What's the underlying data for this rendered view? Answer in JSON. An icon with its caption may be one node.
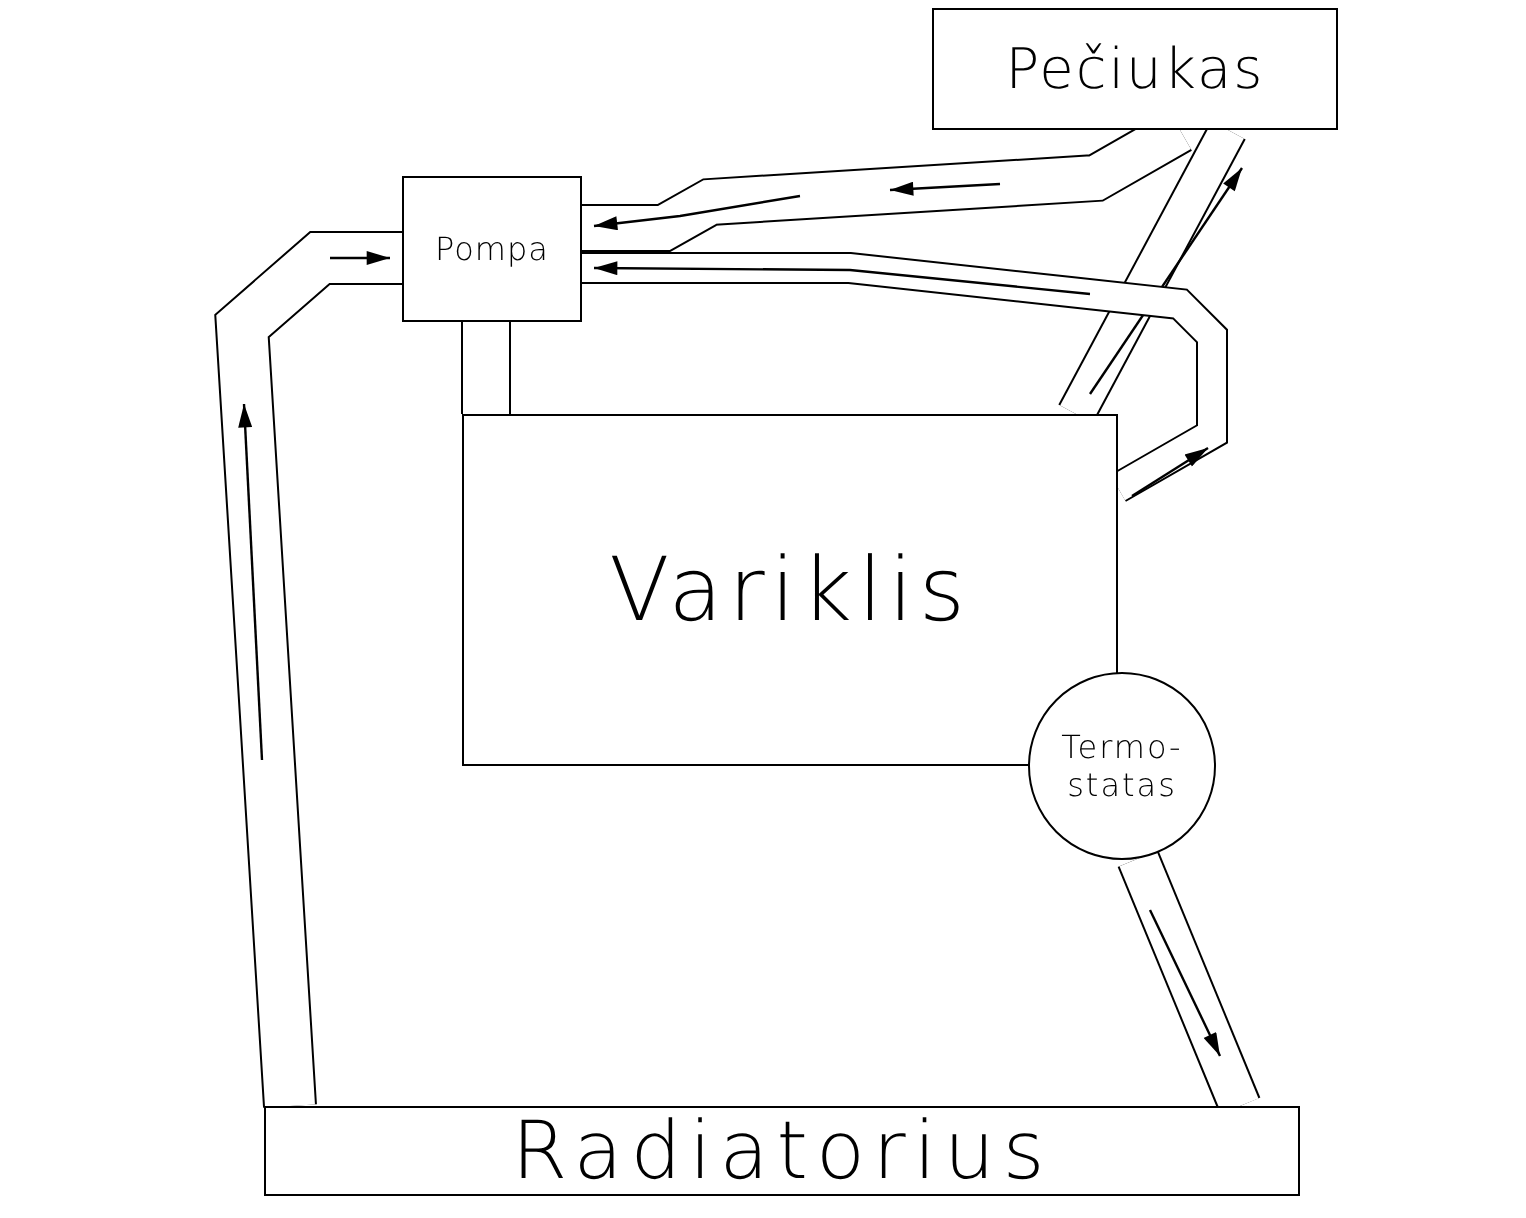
{
  "diagram": {
    "nodes": [
      {
        "text": [
          "Pečiukas"
        ]
      },
      {
        "text": [
          "Pompa"
        ]
      },
      {
        "text": [
          "Variklis"
        ]
      },
      {
        "text": [
          "Termo- statas"
        ]
      },
      {
        "text": [
          "Radiatorius"
        ]
      }
    ],
    "edges": [
      {
        "from": 0,
        "to": 1,
        "arrow": "to"
      },
      {
        "from": 2,
        "to": 0,
        "arrow": "to"
      },
      {
        "from": 2,
        "to": 1,
        "arrow": "to"
      },
      {
        "from": 3,
        "to": 4,
        "arrow": "to"
      },
      {
        "from": 4,
        "to": 1,
        "arrow": "to"
      },
      {
        "from": 1,
        "to": 2,
        "arrow": "none"
      }
    ]
  }
}
